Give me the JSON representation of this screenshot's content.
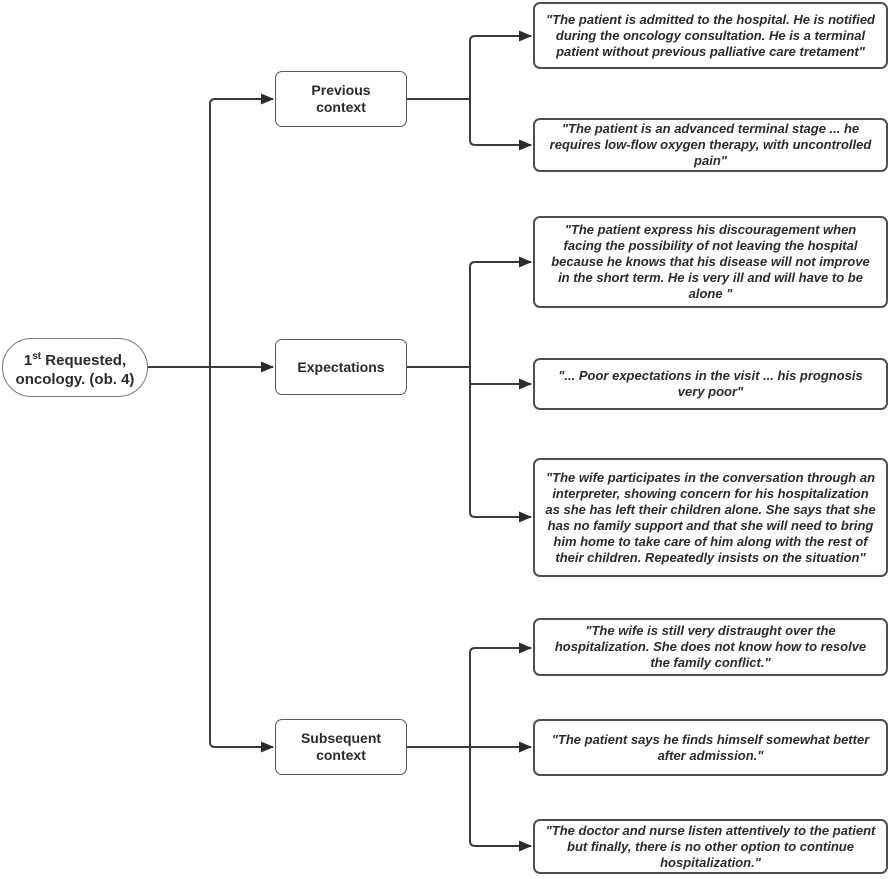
{
  "diagram": {
    "root": {
      "number": "1",
      "ordinal": "st",
      "text_after": " Requested,",
      "text_line2": "oncology. (ob. 4)"
    },
    "branches": [
      {
        "label": "Previous context",
        "quotes": [
          "\"The patient is admitted  to the hospital. He is notified during the oncology consultation. He is a terminal patient without previous palliative care tretament\"",
          "\"The patient is an advanced terminal stage ... he requires low-flow oxygen therapy, with uncontrolled pain\""
        ]
      },
      {
        "label": "Expectations",
        "quotes": [
          "\"The patient express his discouragement when facing the possibility of not leaving the hospital because he knows that his disease will not improve in the short term. He is very ill and will have to be alone \"",
          "\"... Poor expectations in the visit ... his prognosis very poor\"",
          "\"The wife participates in the conversation through an interpreter, showing concern for his hospitalization as she has left their children alone. She says that she has no family support and that she will need to bring him home to take care  of him along with the rest of their children. Repeatedly insists on the situation\""
        ]
      },
      {
        "label": "Subsequent context",
        "quotes": [
          "\"The wife is still very distraught over the hospitalization. She does not know how to resolve the family conflict.\"",
          "\"The patient says he finds himself somewhat better after admission.\"",
          "\"The doctor and nurse listen attentively to the patient but finally, there is no other option to continue hospitalization.\""
        ]
      }
    ],
    "colors": {
      "line": "#3b3b3b",
      "arrow": "#2b2b2b",
      "category_border": "#5b5b5b",
      "quote_border": "#4f4f4f",
      "pill_border": "#7a7a7a",
      "text": "#2b2b2b",
      "background": "#ffffff"
    }
  }
}
